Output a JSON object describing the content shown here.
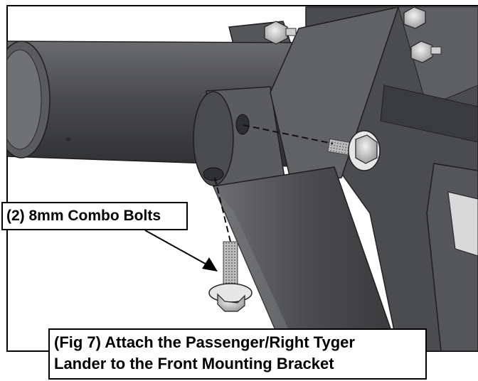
{
  "callout": {
    "label": "(2) 8mm Combo Bolts"
  },
  "caption": {
    "line1": "(Fig 7) Attach the Passenger/Right Tyger",
    "line2": "Lander to the Front Mounting Bracket"
  },
  "colors": {
    "frame": "#000000",
    "background": "#ffffff",
    "metal_dark": "#3f4043",
    "metal_mid": "#5a5b5e",
    "metal_light": "#808184",
    "hardware": "#c9c9c9"
  }
}
